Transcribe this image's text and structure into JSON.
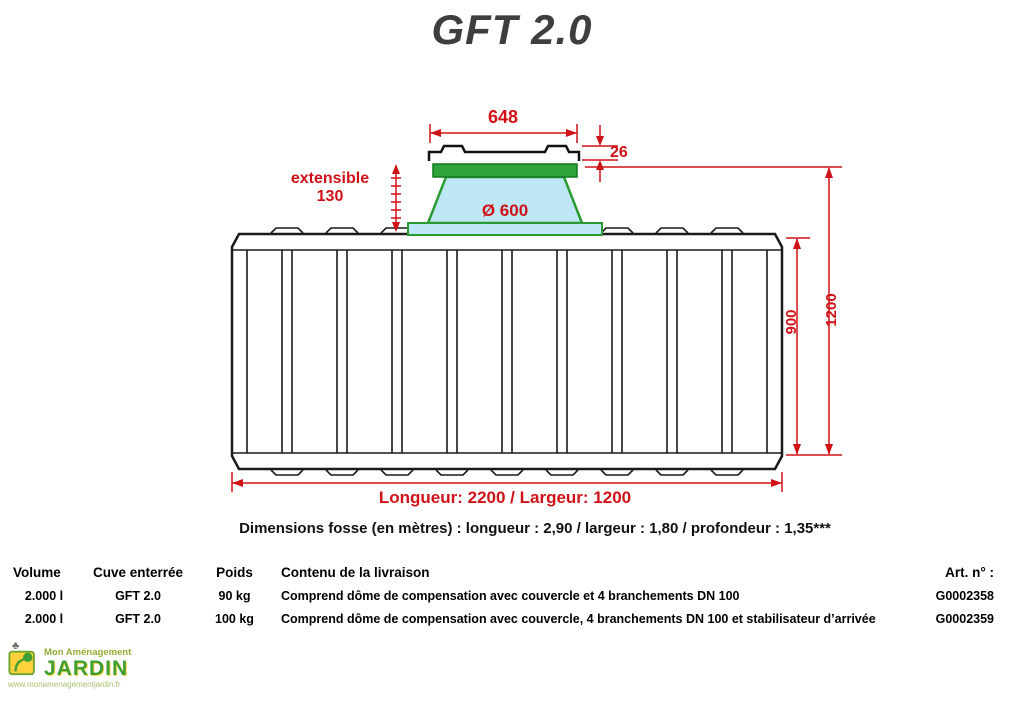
{
  "title": "GFT 2.0",
  "diagram": {
    "dim_top_width": "648",
    "dim_lid_height": "26",
    "extensible_line1": "extensible",
    "extensible_line2": "130",
    "diameter": "Ø 600",
    "dim_body_height": "900",
    "dim_total_height": "1200",
    "dim_length": "Longueur: 2200 / Largeur: 1200",
    "pit_dimensions": "Dimensions fosse (en mètres) : longueur : 2,90 / largeur : 1,80 / profondeur : 1,35***",
    "colors": {
      "dimension_red": "#d01218",
      "dome_green": "#2fa43a",
      "dome_cyan": "#bee7f7",
      "line_black": "#1a1a1a"
    }
  },
  "table": {
    "headers": [
      "Volume",
      "Cuve enterrée",
      "Poids",
      "Contenu de la livraison",
      "Art. n° :"
    ],
    "rows": [
      [
        "2.000 l",
        "GFT 2.0",
        "90 kg",
        "Comprend dôme de compensation avec couvercle et 4 branchements DN 100",
        "G0002358"
      ],
      [
        "2.000 l",
        "GFT 2.0",
        "100 kg",
        "Comprend dôme de compensation avec couvercle, 4 branchements DN 100 et stabilisateur d’arrivée",
        "G0002359"
      ]
    ]
  },
  "footer": {
    "brand_top": "Mon Aménagement",
    "brand_main": "JARDIN",
    "brand_url": "www.monamenagementjardin.fr"
  }
}
